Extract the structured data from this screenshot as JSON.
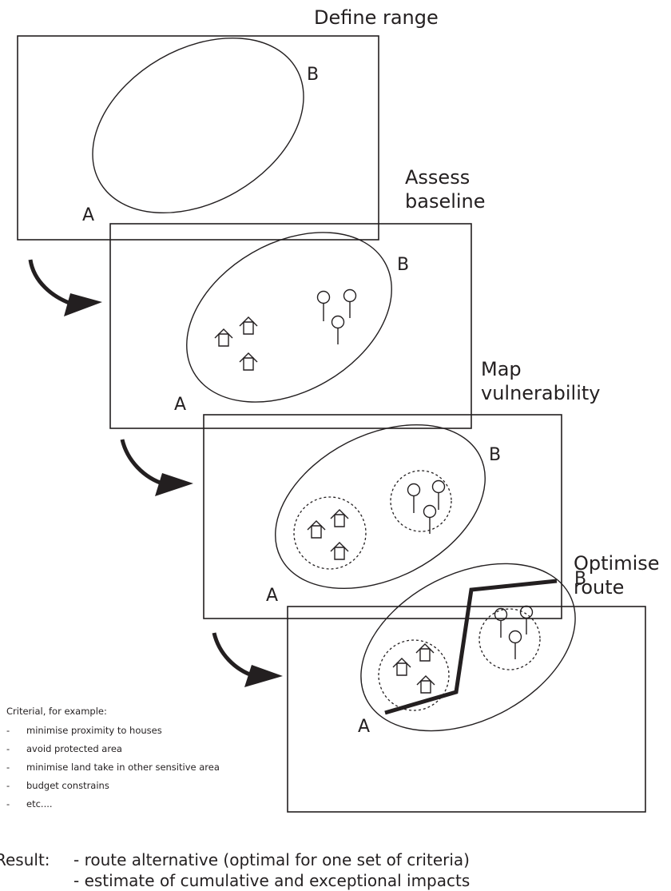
{
  "steps": [
    {
      "title_lines": [
        "Define range"
      ]
    },
    {
      "title_lines": [
        "Assess",
        "baseline"
      ]
    },
    {
      "title_lines": [
        "Map",
        "vulnerability"
      ]
    },
    {
      "title_lines": [
        "Optimise",
        "route"
      ]
    }
  ],
  "endpoints": {
    "start": "A",
    "end": "B"
  },
  "criteria": {
    "heading": "Criterial, for example:",
    "bullet": "-",
    "items": [
      "minimise proximity to houses",
      "avoid protected area",
      "minimise land take in other sensitive area",
      "budget constrains",
      "etc...."
    ]
  },
  "result": {
    "label": "Result:",
    "lines": [
      "- route alternative (optimal for one set of criteria)",
      "- estimate of cumulative and exceptional impacts"
    ]
  },
  "icons": {
    "house": "house-icon",
    "tree": "tree-icon",
    "arrow": "curved-arrow-icon"
  }
}
